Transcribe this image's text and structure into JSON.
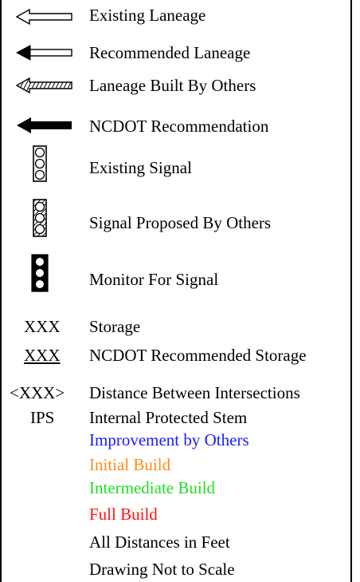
{
  "legend": {
    "items": [
      {
        "symbol": "existing-lane-arrow",
        "label": "Existing Laneage"
      },
      {
        "symbol": "recommended-lane-arrow",
        "label": "Recommended Laneage"
      },
      {
        "symbol": "hatched-lane-arrow",
        "label": "Laneage Built By Others"
      },
      {
        "symbol": "solid-lane-arrow",
        "label": "NCDOT Recommendation"
      },
      {
        "symbol": "existing-signal",
        "label": "Existing Signal"
      },
      {
        "symbol": "proposed-signal",
        "label": "Signal Proposed By Others"
      },
      {
        "symbol": "monitor-signal",
        "label": "Monitor For Signal"
      }
    ],
    "codes": [
      {
        "code": "XXX",
        "label": "Storage"
      },
      {
        "code": "XXX",
        "label": "NCDOT Recommended Storage"
      },
      {
        "code": "<XXX>",
        "label": "Distance Between Intersections"
      },
      {
        "code": "IPS",
        "label": "Internal Protected Stem"
      }
    ],
    "color_notes": [
      {
        "label": "Improvement by Others",
        "color": "#1a1aff"
      },
      {
        "label": "Initial Build",
        "color": "#ff8c1a"
      },
      {
        "label": "Intermediate Build",
        "color": "#22dd22"
      },
      {
        "label": "Full Build",
        "color": "#ff1111"
      }
    ],
    "notes": [
      {
        "label": "All Distances in Feet"
      },
      {
        "label": "Drawing Not to Scale"
      }
    ]
  }
}
